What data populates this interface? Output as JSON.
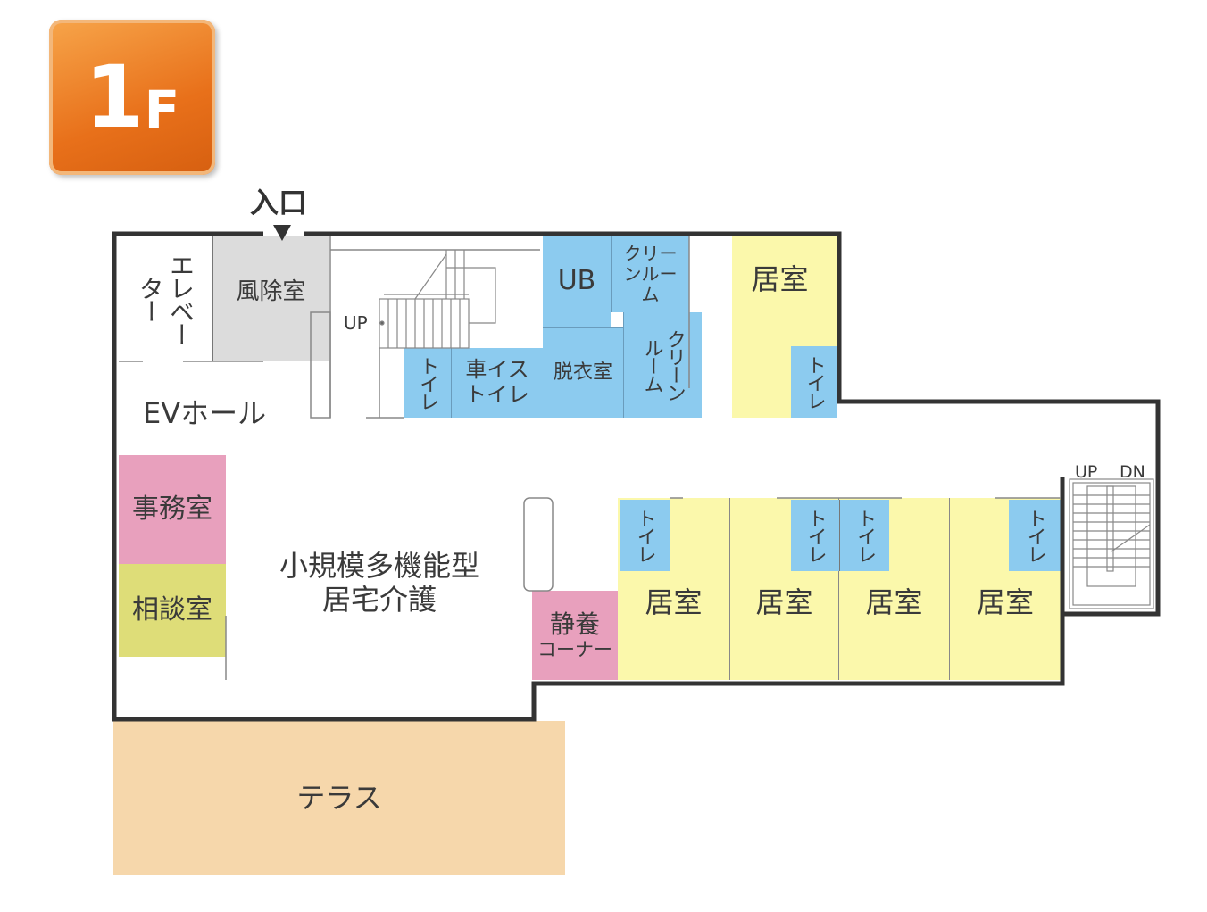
{
  "badge": {
    "floor_number": "1",
    "floor_suffix": "F"
  },
  "entrance": {
    "label": "入口"
  },
  "rooms": {
    "elevator": "エレベーター",
    "windbreak": "風除室",
    "ev_hall": "EVホール",
    "stairs_up": "UP",
    "toilet": "トイレ",
    "wheelchair_toilet": "車イストイレ",
    "ub": "UB",
    "clean_room": "クリーンルーム",
    "dressing_room": "脱衣室",
    "bedroom": "居室",
    "office": "事務室",
    "consultation": "相談室",
    "main_area_line1": "小規模多機能型",
    "main_area_line2": "居宅介護",
    "rest_corner_line1": "静養",
    "rest_corner_line2": "コーナー",
    "terrace": "テラス",
    "stair_up": "UP",
    "stair_down": "DN"
  },
  "colors": {
    "toilet": "#8ccbef",
    "bedroom": "#fbf8ab",
    "office": "#e8a0bd",
    "consultation": "#dedd78",
    "windbreak": "#dcdcdc",
    "terrace": "#f6d7ab",
    "badge": "#e8701a"
  }
}
